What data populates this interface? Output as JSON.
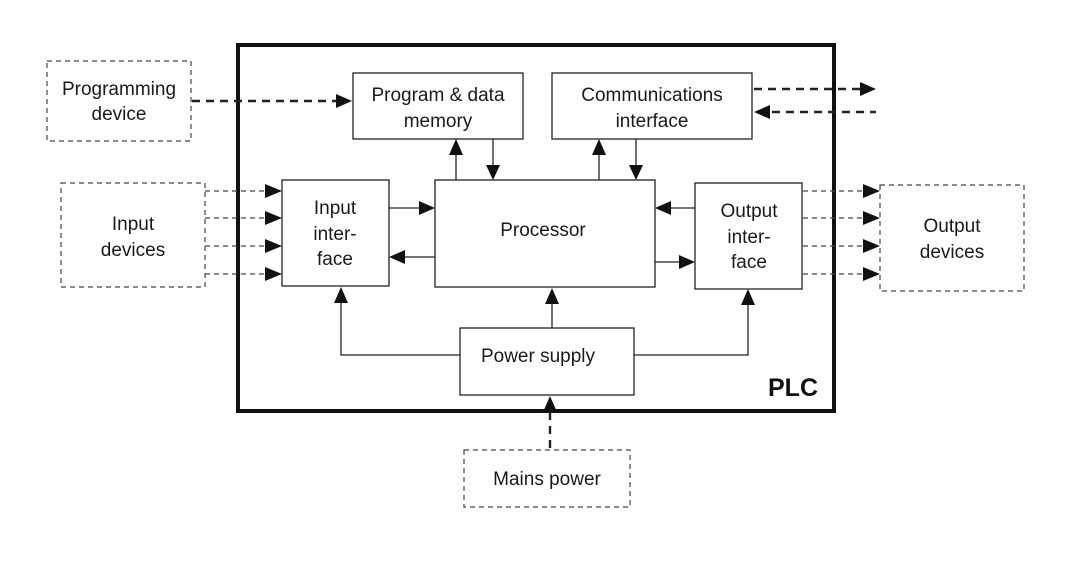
{
  "plc": {
    "label": "PLC"
  },
  "blocks": {
    "program_memory": [
      "Program & data",
      "memory"
    ],
    "communications": [
      "Communications",
      "interface"
    ],
    "input_interface": [
      "Input",
      "inter-",
      "face"
    ],
    "processor": [
      "Processor"
    ],
    "output_interface": [
      "Output",
      "inter-",
      "face"
    ],
    "power_supply": [
      "Power supply"
    ]
  },
  "external": {
    "programming_device": [
      "Programming",
      "device"
    ],
    "input_devices": [
      "Input",
      "devices"
    ],
    "output_devices": [
      "Output",
      "devices"
    ],
    "mains_power": [
      "Mains power"
    ]
  }
}
